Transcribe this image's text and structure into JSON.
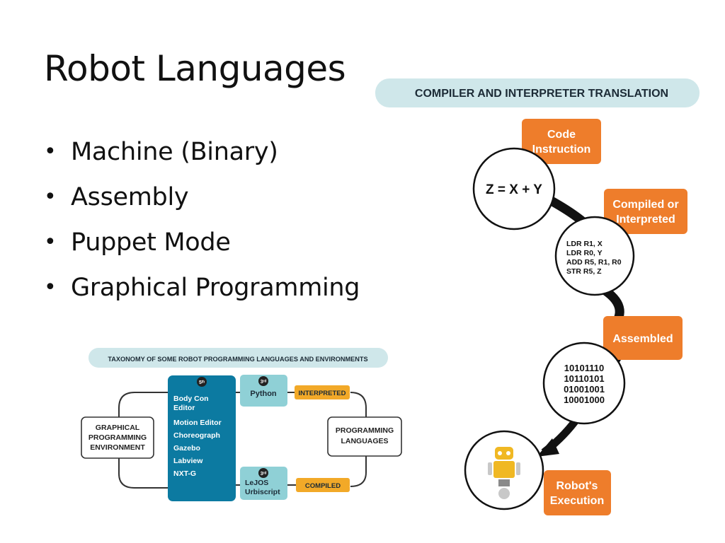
{
  "slide": {
    "title": "Robot Languages",
    "bullets": [
      "Machine (Binary)",
      "Assembly",
      "Puppet Mode",
      "Graphical Programming"
    ]
  },
  "compiler_diagram": {
    "header": "COMPILER AND INTERPRETER TRANSLATION",
    "code_label": [
      "Code",
      "Instruction"
    ],
    "equation": "Z = X + Y",
    "compiled_label": [
      "Compiled or",
      "Interpreted"
    ],
    "assembly_lines": [
      "LDR  R1,  X",
      "LDR  R0,  Y",
      "ADD R5, R1, R0",
      "STR  R5,  Z"
    ],
    "assembled_label": "Assembled",
    "binary_lines": [
      "10101110",
      "10110101",
      "01001001",
      "10001000"
    ],
    "execution_label": [
      "Robot's",
      "Execution"
    ],
    "robot_icon": "robot-icon"
  },
  "taxonomy_diagram": {
    "header": "TAXONOMY OF SOME ROBOT PROGRAMMING LANGUAGES AND ENVIRONMENTS",
    "left_box": [
      "GRAPHICAL",
      "PROGRAMMING",
      "ENVIRONMENT"
    ],
    "right_box": [
      "PROGRAMMING",
      "LANGUAGES"
    ],
    "blue_badge": "5ᵗʰ",
    "blue_items": [
      "Body Con",
      "Editor",
      "Motion Editor",
      "Choreograph",
      "Gazebo",
      "Labview",
      "NXT-G"
    ],
    "python_badge": "3ʳᵈ",
    "python_label": "Python",
    "interpreted_label": "INTERPRETED",
    "lejos_badge": "3ʳᵈ",
    "lejos_label": [
      "LeJOS",
      "Urbiscript"
    ],
    "compiled_label": "COMPILED"
  },
  "colors": {
    "orange": "#ee7d2b",
    "teal_header": "#cfe7ea",
    "blue_panel": "#0c7aa1",
    "light_teal": "#8fd0d6",
    "gold": "#f2a928",
    "robot": "#f0b823"
  }
}
